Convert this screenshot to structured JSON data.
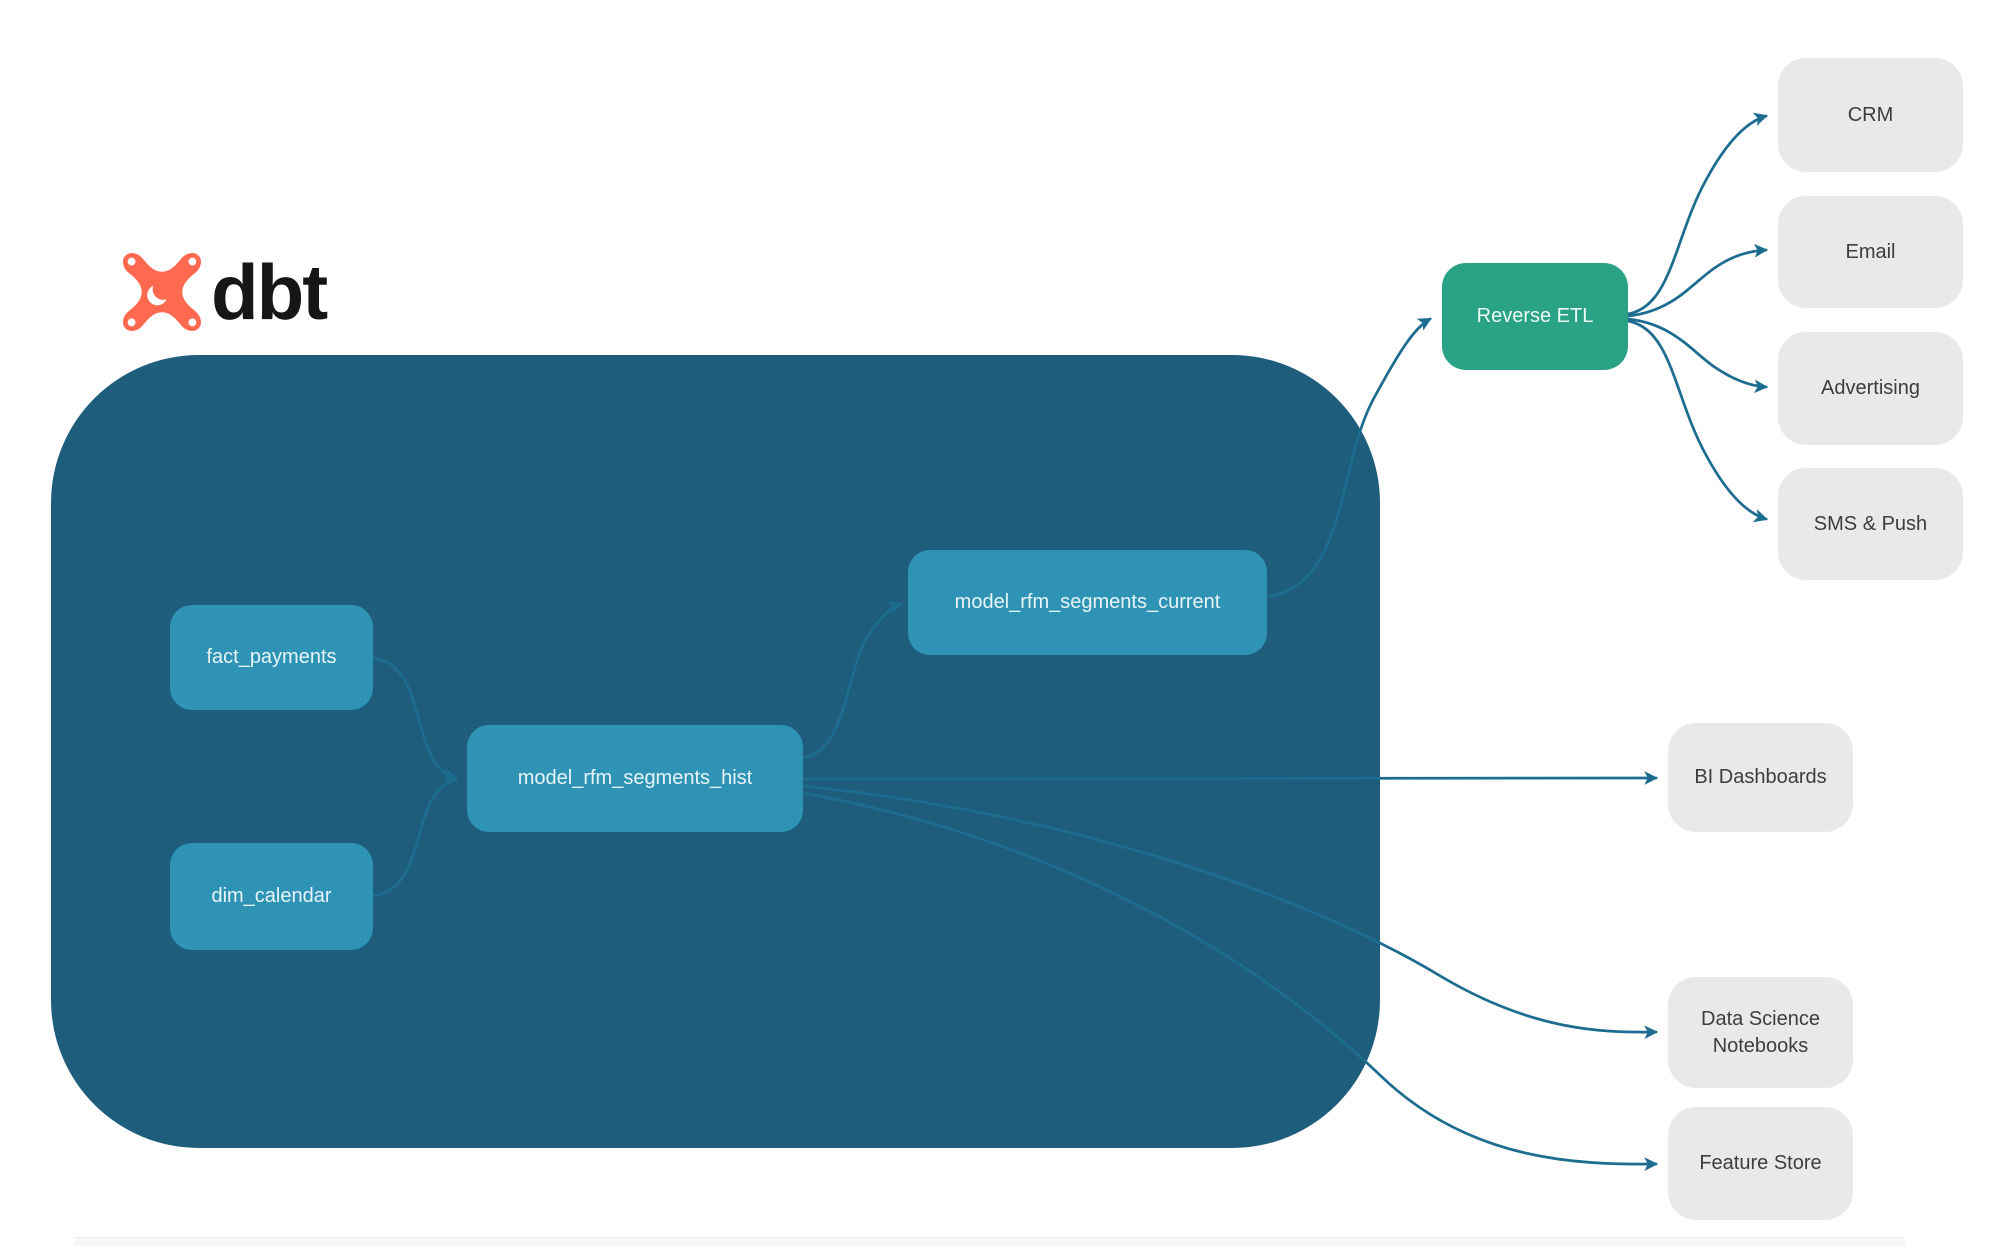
{
  "diagram_type": "data-pipeline-lineage",
  "brand": {
    "name": "dbt"
  },
  "colors": {
    "container_fill": "#1e5e7c",
    "model_node_fill": "#2e93b5",
    "reverse_etl_fill": "#2aa285",
    "destination_fill": "#e9e9e9",
    "destination_text": "#3d3d3d",
    "edge_stroke": "#1d6d90",
    "logo_orange": "#ff6950",
    "wordmark_color": "#161616",
    "background": "#ffffff"
  },
  "nodes": {
    "fact_payments": {
      "label": "fact_payments"
    },
    "dim_calendar": {
      "label": "dim_calendar"
    },
    "model_hist": {
      "label": "model_rfm_segments_hist"
    },
    "model_current": {
      "label": "model_rfm_segments_current"
    },
    "reverse_etl": {
      "label": "Reverse ETL"
    },
    "crm": {
      "label": "CRM"
    },
    "email": {
      "label": "Email"
    },
    "advertising": {
      "label": "Advertising"
    },
    "sms_push": {
      "label": "SMS & Push"
    },
    "bi_dashboards": {
      "label": "BI Dashboards"
    },
    "ds_notebooks": {
      "label": "Data Science Notebooks"
    },
    "feature_store": {
      "label": "Feature Store"
    }
  },
  "edges": [
    {
      "from": "fact_payments",
      "to": "model_rfm_segments_hist"
    },
    {
      "from": "dim_calendar",
      "to": "model_rfm_segments_hist"
    },
    {
      "from": "model_rfm_segments_hist",
      "to": "model_rfm_segments_current"
    },
    {
      "from": "model_rfm_segments_current",
      "to": "Reverse ETL"
    },
    {
      "from": "Reverse ETL",
      "to": "CRM"
    },
    {
      "from": "Reverse ETL",
      "to": "Email"
    },
    {
      "from": "Reverse ETL",
      "to": "Advertising"
    },
    {
      "from": "Reverse ETL",
      "to": "SMS & Push"
    },
    {
      "from": "model_rfm_segments_hist",
      "to": "BI Dashboards"
    },
    {
      "from": "model_rfm_segments_hist",
      "to": "Data Science Notebooks"
    },
    {
      "from": "model_rfm_segments_hist",
      "to": "Feature Store"
    }
  ]
}
